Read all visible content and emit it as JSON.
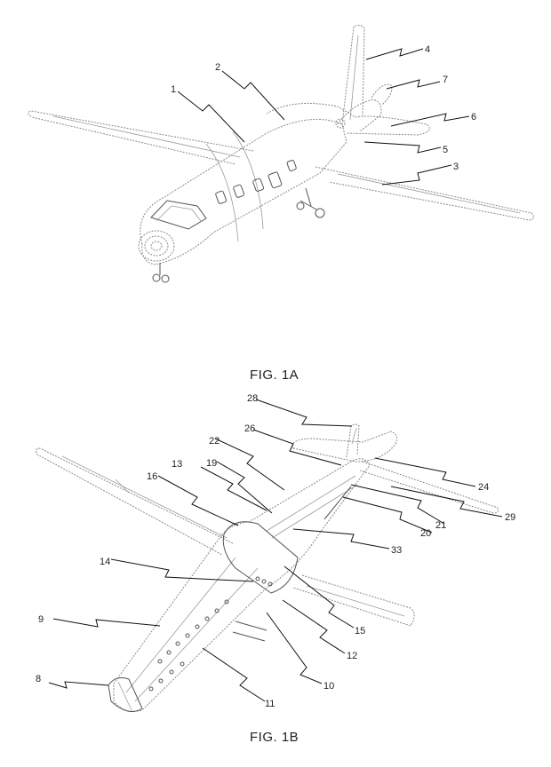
{
  "figures": [
    {
      "caption": "FIG. 1A",
      "labels": [
        "1",
        "2",
        "3",
        "4",
        "5",
        "6",
        "7"
      ]
    },
    {
      "caption": "FIG. 1B",
      "labels": [
        "8",
        "9",
        "10",
        "11",
        "12",
        "13",
        "14",
        "15",
        "16",
        "19",
        "20",
        "21",
        "22",
        "24",
        "26",
        "28",
        "29",
        "33"
      ]
    }
  ]
}
